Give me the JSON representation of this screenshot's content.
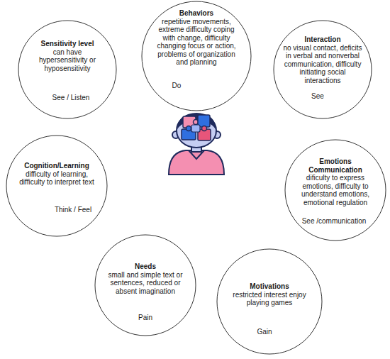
{
  "diagram": {
    "nodes": [
      {
        "text": [
          "Behaviors",
          "repetitive movements, extreme difficulty coping with change, difficulty changing focus or action, problems of organization and planning",
          "Do"
        ]
      },
      {
        "text": [
          "Sensitivity level",
          "can have hypersensitivity or hyposensitivity",
          "See / Listen"
        ]
      },
      {
        "text": [
          "Interaction",
          "no visual contact, deficits in verbal and nonverbal communication, difficulty initiating social interactions",
          "See"
        ]
      },
      {
        "text": [
          "Cognition/Learning",
          "difficulty of learning, difficulty to interpret text",
          "Think / Feel"
        ]
      },
      {
        "text": [
          "Emotions Communication",
          "dificulty to express emotions, difficulty to understand emotions, emotional regulation",
          "See /communication"
        ]
      },
      {
        "text": [
          "Needs",
          "small and simple text or sentences, reduced or absent imagination",
          "Pain"
        ]
      },
      {
        "text": [
          "Motivations",
          "restricted interest enjoy playing games",
          "Gain"
        ]
      }
    ]
  }
}
